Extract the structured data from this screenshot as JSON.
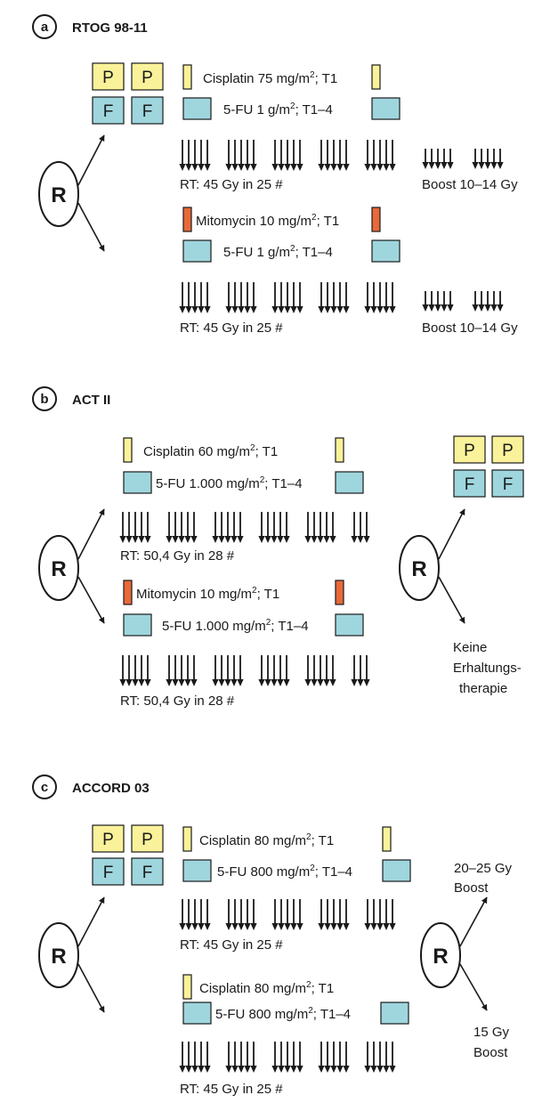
{
  "colors": {
    "cisplatin": "#faf29a",
    "mitomycin": "#e8693a",
    "fluorouracil": "#9fd6de",
    "stroke": "#1a1a1a",
    "background": "#ffffff"
  },
  "symbols": {
    "randomization": "R",
    "p": "P",
    "f": "F"
  },
  "panels": {
    "a": {
      "letter": "a",
      "title": "RTOG 98-11",
      "arm1": {
        "drug": "Cisplatin 75 mg/m",
        "drug_sup": "2",
        "drug_suffix": "; T1",
        "fu": "5-FU 1 g/m",
        "fu_sup": "2",
        "fu_suffix": "; T1–4",
        "rt": "RT: 45 Gy in 25 #",
        "boost": "Boost 10–14 Gy"
      },
      "arm2": {
        "drug": "Mitomycin 10 mg/m",
        "drug_sup": "2",
        "drug_suffix": "; T1",
        "fu": "5-FU 1 g/m",
        "fu_sup": "2",
        "fu_suffix": "; T1–4",
        "rt": "RT: 45 Gy in 25 #",
        "boost": "Boost 10–14 Gy"
      }
    },
    "b": {
      "letter": "b",
      "title": "ACT II",
      "arm1": {
        "drug": "Cisplatin 60 mg/m",
        "drug_sup": "2",
        "drug_suffix": "; T1",
        "fu": "5-FU 1.000 mg/m",
        "fu_sup": "2",
        "fu_suffix": "; T1–4",
        "rt": "RT: 50,4 Gy in 28 #"
      },
      "arm2": {
        "drug": "Mitomycin 10 mg/m",
        "drug_sup": "2",
        "drug_suffix": "; T1",
        "fu": "5-FU 1.000 mg/m",
        "fu_sup": "2",
        "fu_suffix": "; T1–4",
        "rt": "RT: 50,4 Gy in 28 #"
      },
      "maintenance_none": [
        "Keine",
        "Erhaltungs-",
        "therapie"
      ]
    },
    "c": {
      "letter": "c",
      "title": "ACCORD 03",
      "arm1": {
        "drug": "Cisplatin 80 mg/m",
        "drug_sup": "2",
        "drug_suffix": "; T1",
        "fu": "5-FU 800 mg/m",
        "fu_sup": "2",
        "fu_suffix": "; T1–4",
        "rt": "RT: 45 Gy in 25 #"
      },
      "arm2": {
        "drug": "Cisplatin 80 mg/m",
        "drug_sup": "2",
        "drug_suffix": "; T1",
        "fu": "5-FU 800 mg/m",
        "fu_sup": "2",
        "fu_suffix": "; T1–4",
        "rt": "RT: 45 Gy in 25 #"
      },
      "boost_high": [
        "20–25 Gy",
        "Boost"
      ],
      "boost_low": [
        "15 Gy",
        "Boost"
      ]
    }
  }
}
